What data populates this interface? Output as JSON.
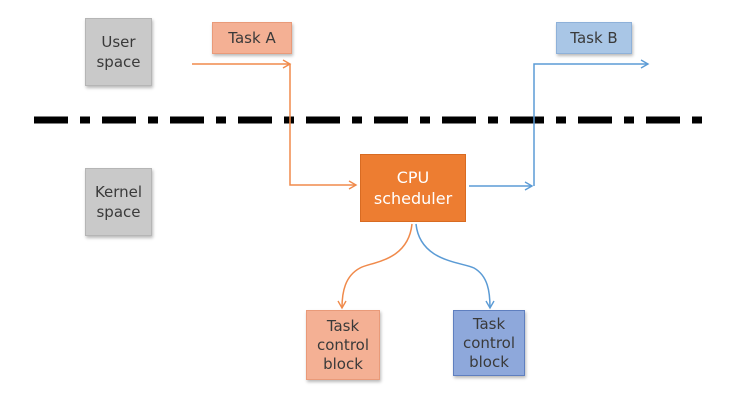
{
  "labels": {
    "user_space": [
      "User",
      "space"
    ],
    "kernel_space": [
      "Kernel",
      "space"
    ],
    "task_a": "Task A",
    "task_b": "Task B",
    "cpu_scheduler": [
      "CPU",
      "scheduler"
    ],
    "tcb_orange": [
      "Task",
      "control",
      "block"
    ],
    "tcb_blue": [
      "Task",
      "control",
      "block"
    ]
  },
  "colors": {
    "orange_arrow": "#f08a4b",
    "blue_arrow": "#5b9bd5",
    "separator": "#000000"
  }
}
